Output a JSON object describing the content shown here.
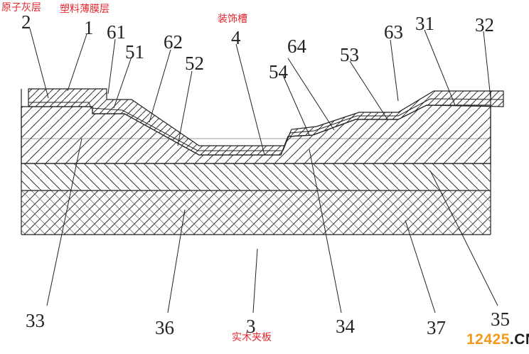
{
  "annotations_cn": {
    "atom_ash_layer": "原子灰层",
    "plastic_film_layer": "塑料薄膜层",
    "decorative_groove": "装饰槽",
    "solid_wood_plywood": "实木夹板"
  },
  "part_numbers": {
    "n2": "2",
    "n1": "1",
    "n61": "61",
    "n51": "51",
    "n62": "62",
    "n52": "52",
    "n4": "4",
    "n64": "64",
    "n54": "54",
    "n53": "53",
    "n63": "63",
    "n31": "31",
    "n32": "32",
    "n33": "33",
    "n36": "36",
    "n3": "3",
    "n34": "34",
    "n37": "37",
    "n35": "35"
  },
  "watermark": {
    "digits": "12425",
    "suffix": ".CN"
  },
  "colors": {
    "line": "#222222",
    "annotation": "#e0272f",
    "watermark_digits": "#f39a1e"
  }
}
